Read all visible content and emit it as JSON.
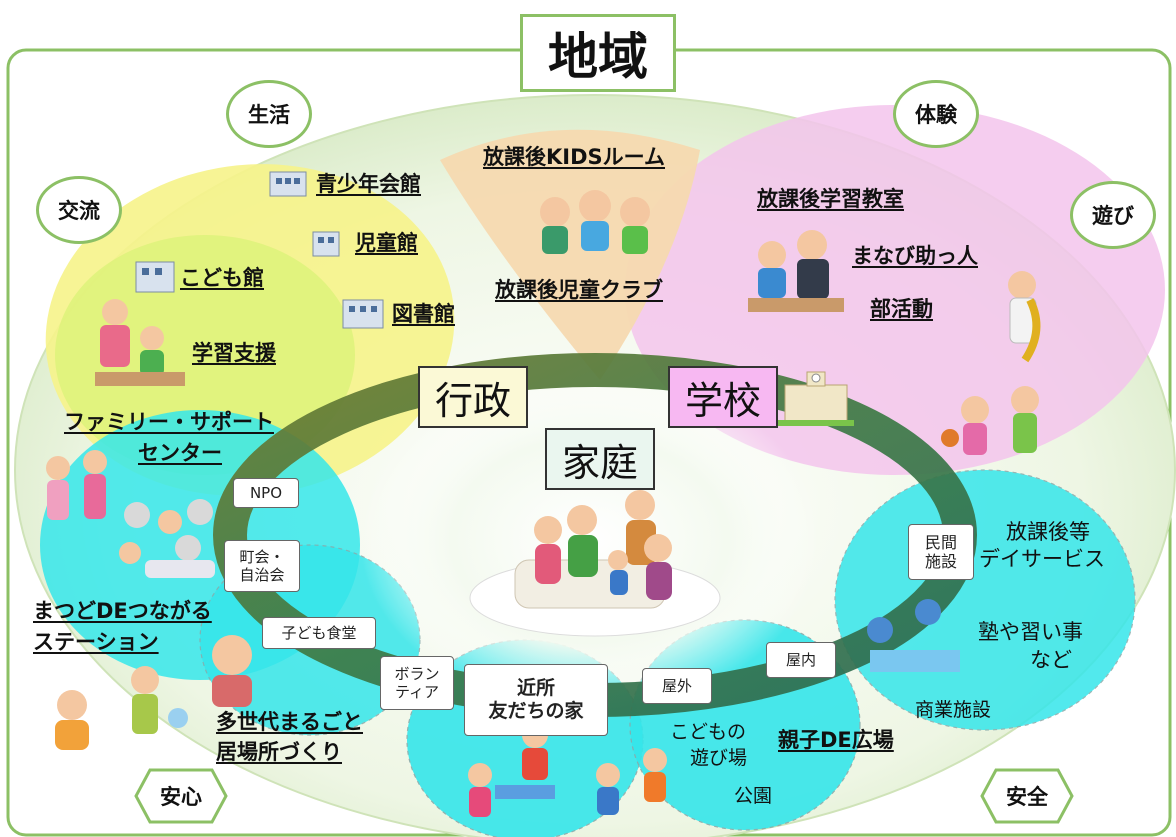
{
  "title": "地域",
  "themes": {
    "life": "生活",
    "experience": "体験",
    "exchange": "交流",
    "play": "遊び",
    "relief": "安心",
    "safety": "安全"
  },
  "hubs": {
    "gyosei": "行政",
    "gakko": "学校",
    "katei": "家庭"
  },
  "links": {
    "seishonen": "青少年会館",
    "jidokan": "児童館",
    "kodomokan": "こども館",
    "toshokan": "図書館",
    "gakushu_shien": "学習支援",
    "family_support_1": "ファミリー・サポート",
    "family_support_2": "センター",
    "kids_room": "放課後KIDSルーム",
    "jido_club": "放課後児童クラブ",
    "gakushu_kyoshitsu": "放課後学習教室",
    "manabi": "まなび助っ人",
    "bukatsu": "部活動",
    "matsudo_1": "まつどDEつながる",
    "matsudo_2": "ステーション",
    "tasedai_1": "多世代まるごと",
    "tasedai_2": "居場所づくり",
    "oyako": "親子DE広場"
  },
  "boxes": {
    "npo": "NPO",
    "chokai_1": "町会・",
    "chokai_2": "自治会",
    "kodomo_shokudo": "子ども食堂",
    "volunteer_1": "ボラン",
    "volunteer_2": "ティア",
    "okugai": "屋外",
    "okunai": "屋内",
    "minkan_1": "民間",
    "minkan_2": "施設",
    "kinjo_1": "近所",
    "kinjo_2": "友だちの家"
  },
  "texts": {
    "day_service_1": "放課後等",
    "day_service_2": "デイサービス",
    "juku_1": "塾や習い事",
    "juku_2": "など",
    "shogyo": "商業施設",
    "asobiba_1": "こどもの",
    "asobiba_2": "遊び場",
    "koen": "公園"
  },
  "colors": {
    "frame_green": "#8cc065",
    "yellow_zone": "#f6f38a",
    "pink_zone": "#f3c4ec",
    "orange_zone": "#f6d9b0",
    "cyan_zone": "#35e6ea",
    "lime_zone": "#ddf27a",
    "ring_dark": "#5a7a2a",
    "gakko_fill": "#f7b8f2"
  }
}
